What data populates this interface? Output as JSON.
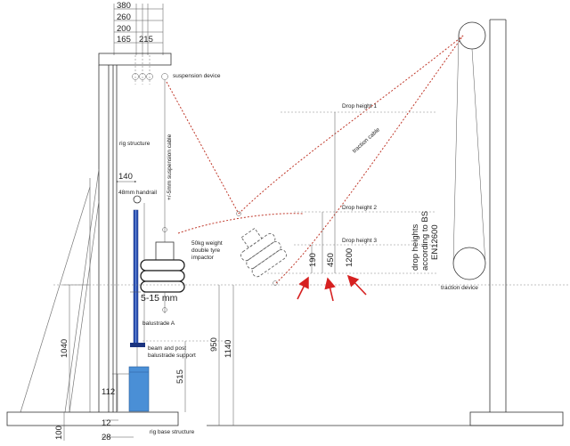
{
  "top_dims": [
    "380",
    "260",
    "200",
    "165",
    "215"
  ],
  "labels": {
    "suspension_device": "suspension device",
    "rig_structure": "rig structure",
    "suspension_cable": "+/-5mm suspension cable",
    "handrail_width": "140",
    "handrail": "48mm handrail",
    "impactor_line1": "50kg weight",
    "impactor_line2": "double tyre",
    "impactor_line3": "impactor",
    "gap": "5-15 mm",
    "balustrade": "balustrade A",
    "beam_post_line1": "beam and post",
    "beam_post_line2": "balustrade support",
    "rig_base": "rig base structure",
    "traction_cable": "traction cable",
    "traction_device": "traction device",
    "drop1": "Drop height 1",
    "drop2": "Drop height 2",
    "drop3": "Drop height 3",
    "drop_note_line1": "drop heights",
    "drop_note_line2": "according to BS",
    "drop_note_line3": "EN12600"
  },
  "dims": {
    "d1040": "1040",
    "d100": "100",
    "d112": "112",
    "d12": "12",
    "d28": "28",
    "d950": "950",
    "d1140": "1140",
    "d515": "515",
    "d190": "190",
    "d450": "450",
    "d1200": "1200"
  },
  "colors": {
    "handrail_blue": "#2a4fb0",
    "post_blue": "#4a8fd6",
    "arrow_red": "#d62020",
    "path_red": "#c0392b"
  }
}
